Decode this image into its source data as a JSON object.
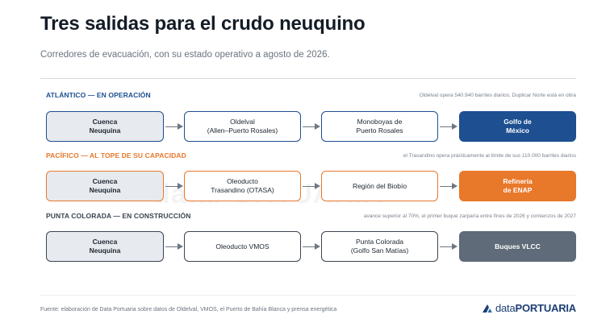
{
  "title": "Tres salidas para el crudo neuquino",
  "subtitle": "Corredores de evacuación, con su estado operativo a agosto de 2026.",
  "watermark": "dataPORTUARIA",
  "colors": {
    "atlantico": "#1d4f91",
    "pacifico": "#e8782a",
    "punta_colorada": "#3c4551",
    "origin_fill": "#e7eaee",
    "vlcc_fill": "#5f6b78"
  },
  "rows": [
    {
      "id": "atlantico",
      "heading": "ATLÁNTICO — EN OPERACIÓN",
      "note": "Oldelval opera 540.940 barriles diarios; Duplicar Norte está en obra",
      "nodes": [
        "Cuenca\nNeuquina",
        "Oldelval\n(Allen–Puerto Rosales)",
        "Monoboyas de\nPuerto Rosales",
        "Golfo de\nMéxico"
      ]
    },
    {
      "id": "pacifico",
      "heading": "PACÍFICO — AL TOPE DE SU CAPACIDAD",
      "note": "el Trasandino opera prácticamente al límite de sus 110.000 barriles diarios",
      "nodes": [
        "Cuenca\nNeuquina",
        "Oleoducto\nTrasandino (OTASA)",
        "Región del Biobío",
        "Refinería\nde ENAP"
      ]
    },
    {
      "id": "punta_colorada",
      "heading": "PUNTA COLORADA — EN CONSTRUCCIÓN",
      "note": "avance superior al 70%; el primer buque zarparía entre fines de 2026 y comienzos de 2027",
      "nodes": [
        "Cuenca\nNeuquina",
        "Oleoducto VMOS",
        "Punta Colorada\n(Golfo San Matías)",
        "Buques VLCC"
      ]
    }
  ],
  "footer": "Fuente: elaboración de Data Portuaria sobre datos de Oldelval, VMOS, el Puerto de Bahía Blanca y prensa energética",
  "logo": {
    "brand_light": "data",
    "brand_bold": "PORTUARIA",
    "icon": "data-portuaria-logo-icon"
  }
}
